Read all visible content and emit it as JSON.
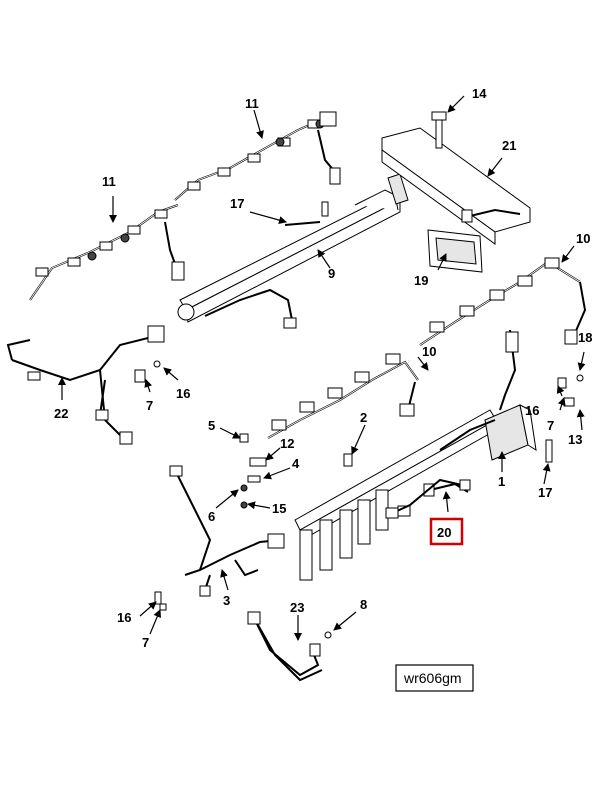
{
  "figure_code": "wr606gm",
  "highlighted_callout": "20",
  "highlight_color": "#d40000",
  "callouts": {
    "c11a": "11",
    "c11b": "11",
    "c14": "14",
    "c21": "21",
    "c17a": "17",
    "c9": "9",
    "c19": "19",
    "c10a": "10",
    "c10b": "10",
    "c22": "22",
    "c7a": "7",
    "c16a": "16",
    "c18": "18",
    "c16b": "16",
    "c7b": "7",
    "c13": "13",
    "c5": "5",
    "c2": "2",
    "c12": "12",
    "c4": "4",
    "c1": "1",
    "c17b": "17",
    "c6": "6",
    "c15": "15",
    "c20": "20",
    "c3": "3",
    "c16c": "16",
    "c7c": "7",
    "c23": "23",
    "c8": "8"
  }
}
